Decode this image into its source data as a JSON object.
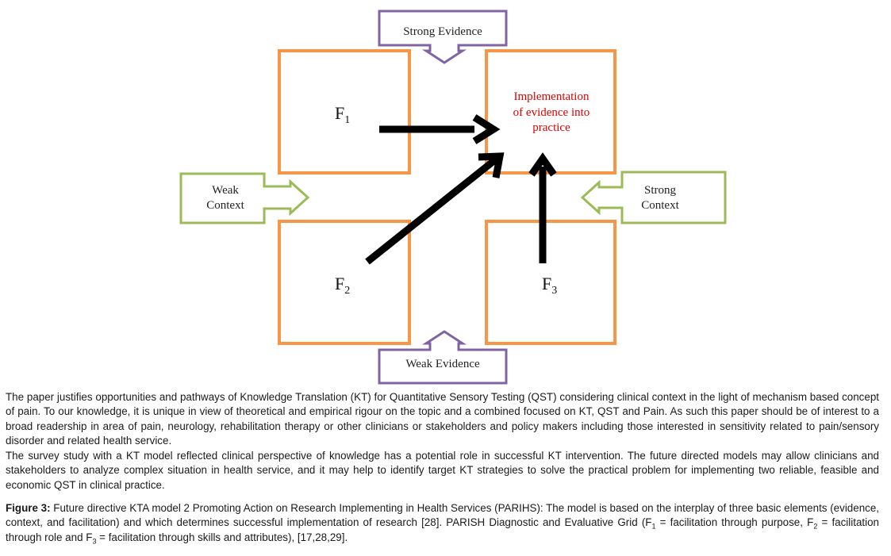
{
  "diagram": {
    "strong_evidence": "Strong Evidence",
    "weak_evidence": "Weak Evidence",
    "weak_context_line1": "Weak",
    "weak_context_line2": "Context",
    "strong_context_line1": "Strong",
    "strong_context_line2": "Context",
    "implementation_line1": "Implementation",
    "implementation_line2": "of evidence into",
    "implementation_line3": "practice",
    "f1_letter": "F",
    "f1_sub": "1",
    "f2_letter": "F",
    "f2_sub": "2",
    "f3_letter": "F",
    "f3_sub": "3",
    "colors": {
      "box_orange": "#f79646",
      "evidence_purple": "#8064a2",
      "context_green": "#9bbb59",
      "implementation_red": "#e00000",
      "arrow_black": "#000000"
    }
  },
  "body": {
    "paragraph1": "The paper justifies opportunities and pathways of Knowledge Translation (KT) for Quantitative Sensory Testing (QST) considering clinical context in the light of mechanism based concept of pain. To our knowledge, it is unique in view of theoretical and empirical rigour on the topic and a combined focused on KT, QST and Pain. As such this paper should be of interest to a broad readership in area of pain, neurology, rehabilitation therapy or other clinicians or stakeholders and policy makers including those interested in sensitivity related to pain/sensory disorder and related health service.",
    "paragraph2": "The survey study with a KT model reflected clinical perspective of knowledge has a potential role in successful KT intervention. The future directed models may allow clinicians and stakeholders to analyze complex situation in health service, and it may help to identify target KT strategies to solve the practical problem for implementing two reliable, feasible and economic QST in clinical practice."
  },
  "caption": {
    "label": "Figure 3:",
    "part1": " Future directive KTA model 2 Promoting Action on Research Implementing in Health Services (PARIHS): The model is based on the interplay of three basic elements (evidence, context, and facilitation) and which determines successful implementation of research [28]. PARISH Diagnostic and Evaluative Grid (F",
    "sub1": "1",
    "part2": " = facilitation through purpose, F",
    "sub2": "2",
    "part3": " = facilitation through role and F",
    "sub3": "3",
    "part4": " = facilitation through skills and attributes), [17,28,29]."
  }
}
